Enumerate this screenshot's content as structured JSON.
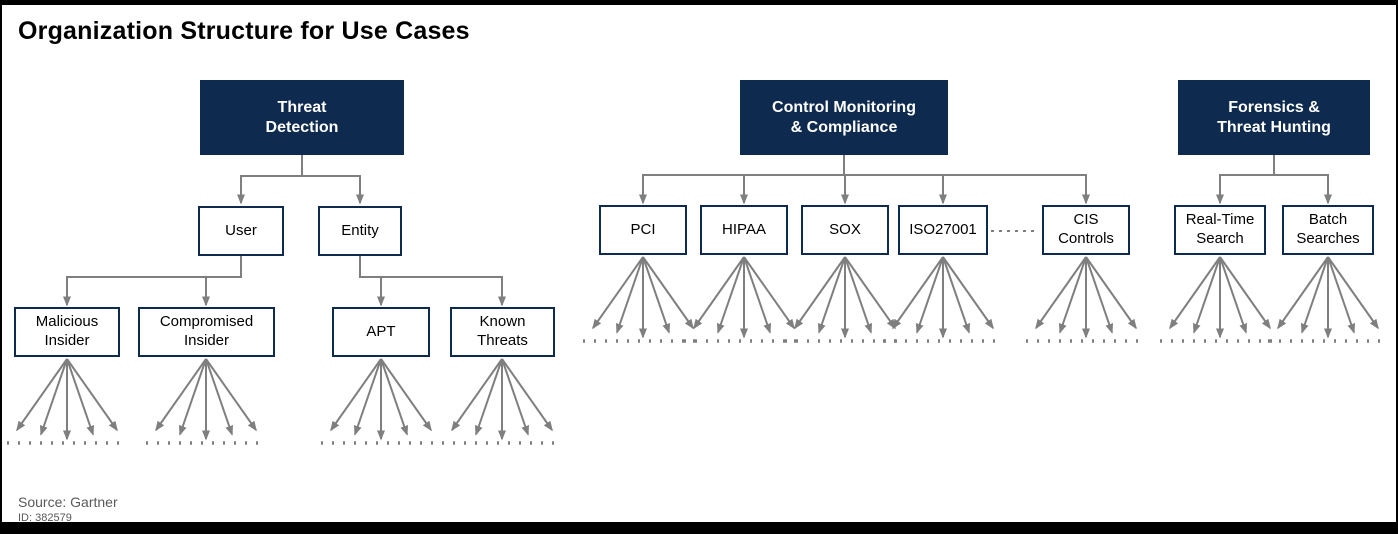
{
  "title": "Organization Structure for Use Cases",
  "source": "Source: Gartner",
  "figure_id": "ID: 382579",
  "colors": {
    "header_bg": "#0E2A4E",
    "box_border": "#0E2A4E",
    "connector": "#7F7F7F"
  },
  "trees": [
    {
      "root": "Threat\nDetection",
      "children": [
        {
          "label": "User",
          "children": [
            "Malicious\nInsider",
            "Compromised\nInsider"
          ]
        },
        {
          "label": "Entity",
          "children": [
            "APT",
            "Known\nThreats"
          ]
        }
      ]
    },
    {
      "root": "Control Monitoring\n& Compliance",
      "children": [
        {
          "label": "PCI"
        },
        {
          "label": "HIPAA"
        },
        {
          "label": "SOX"
        },
        {
          "label": "ISO27001"
        },
        {
          "label": "CIS\nControls"
        }
      ]
    },
    {
      "root": "Forensics &\nThreat Hunting",
      "children": [
        {
          "label": "Real-Time\nSearch"
        },
        {
          "label": "Batch\nSearches"
        }
      ]
    }
  ]
}
